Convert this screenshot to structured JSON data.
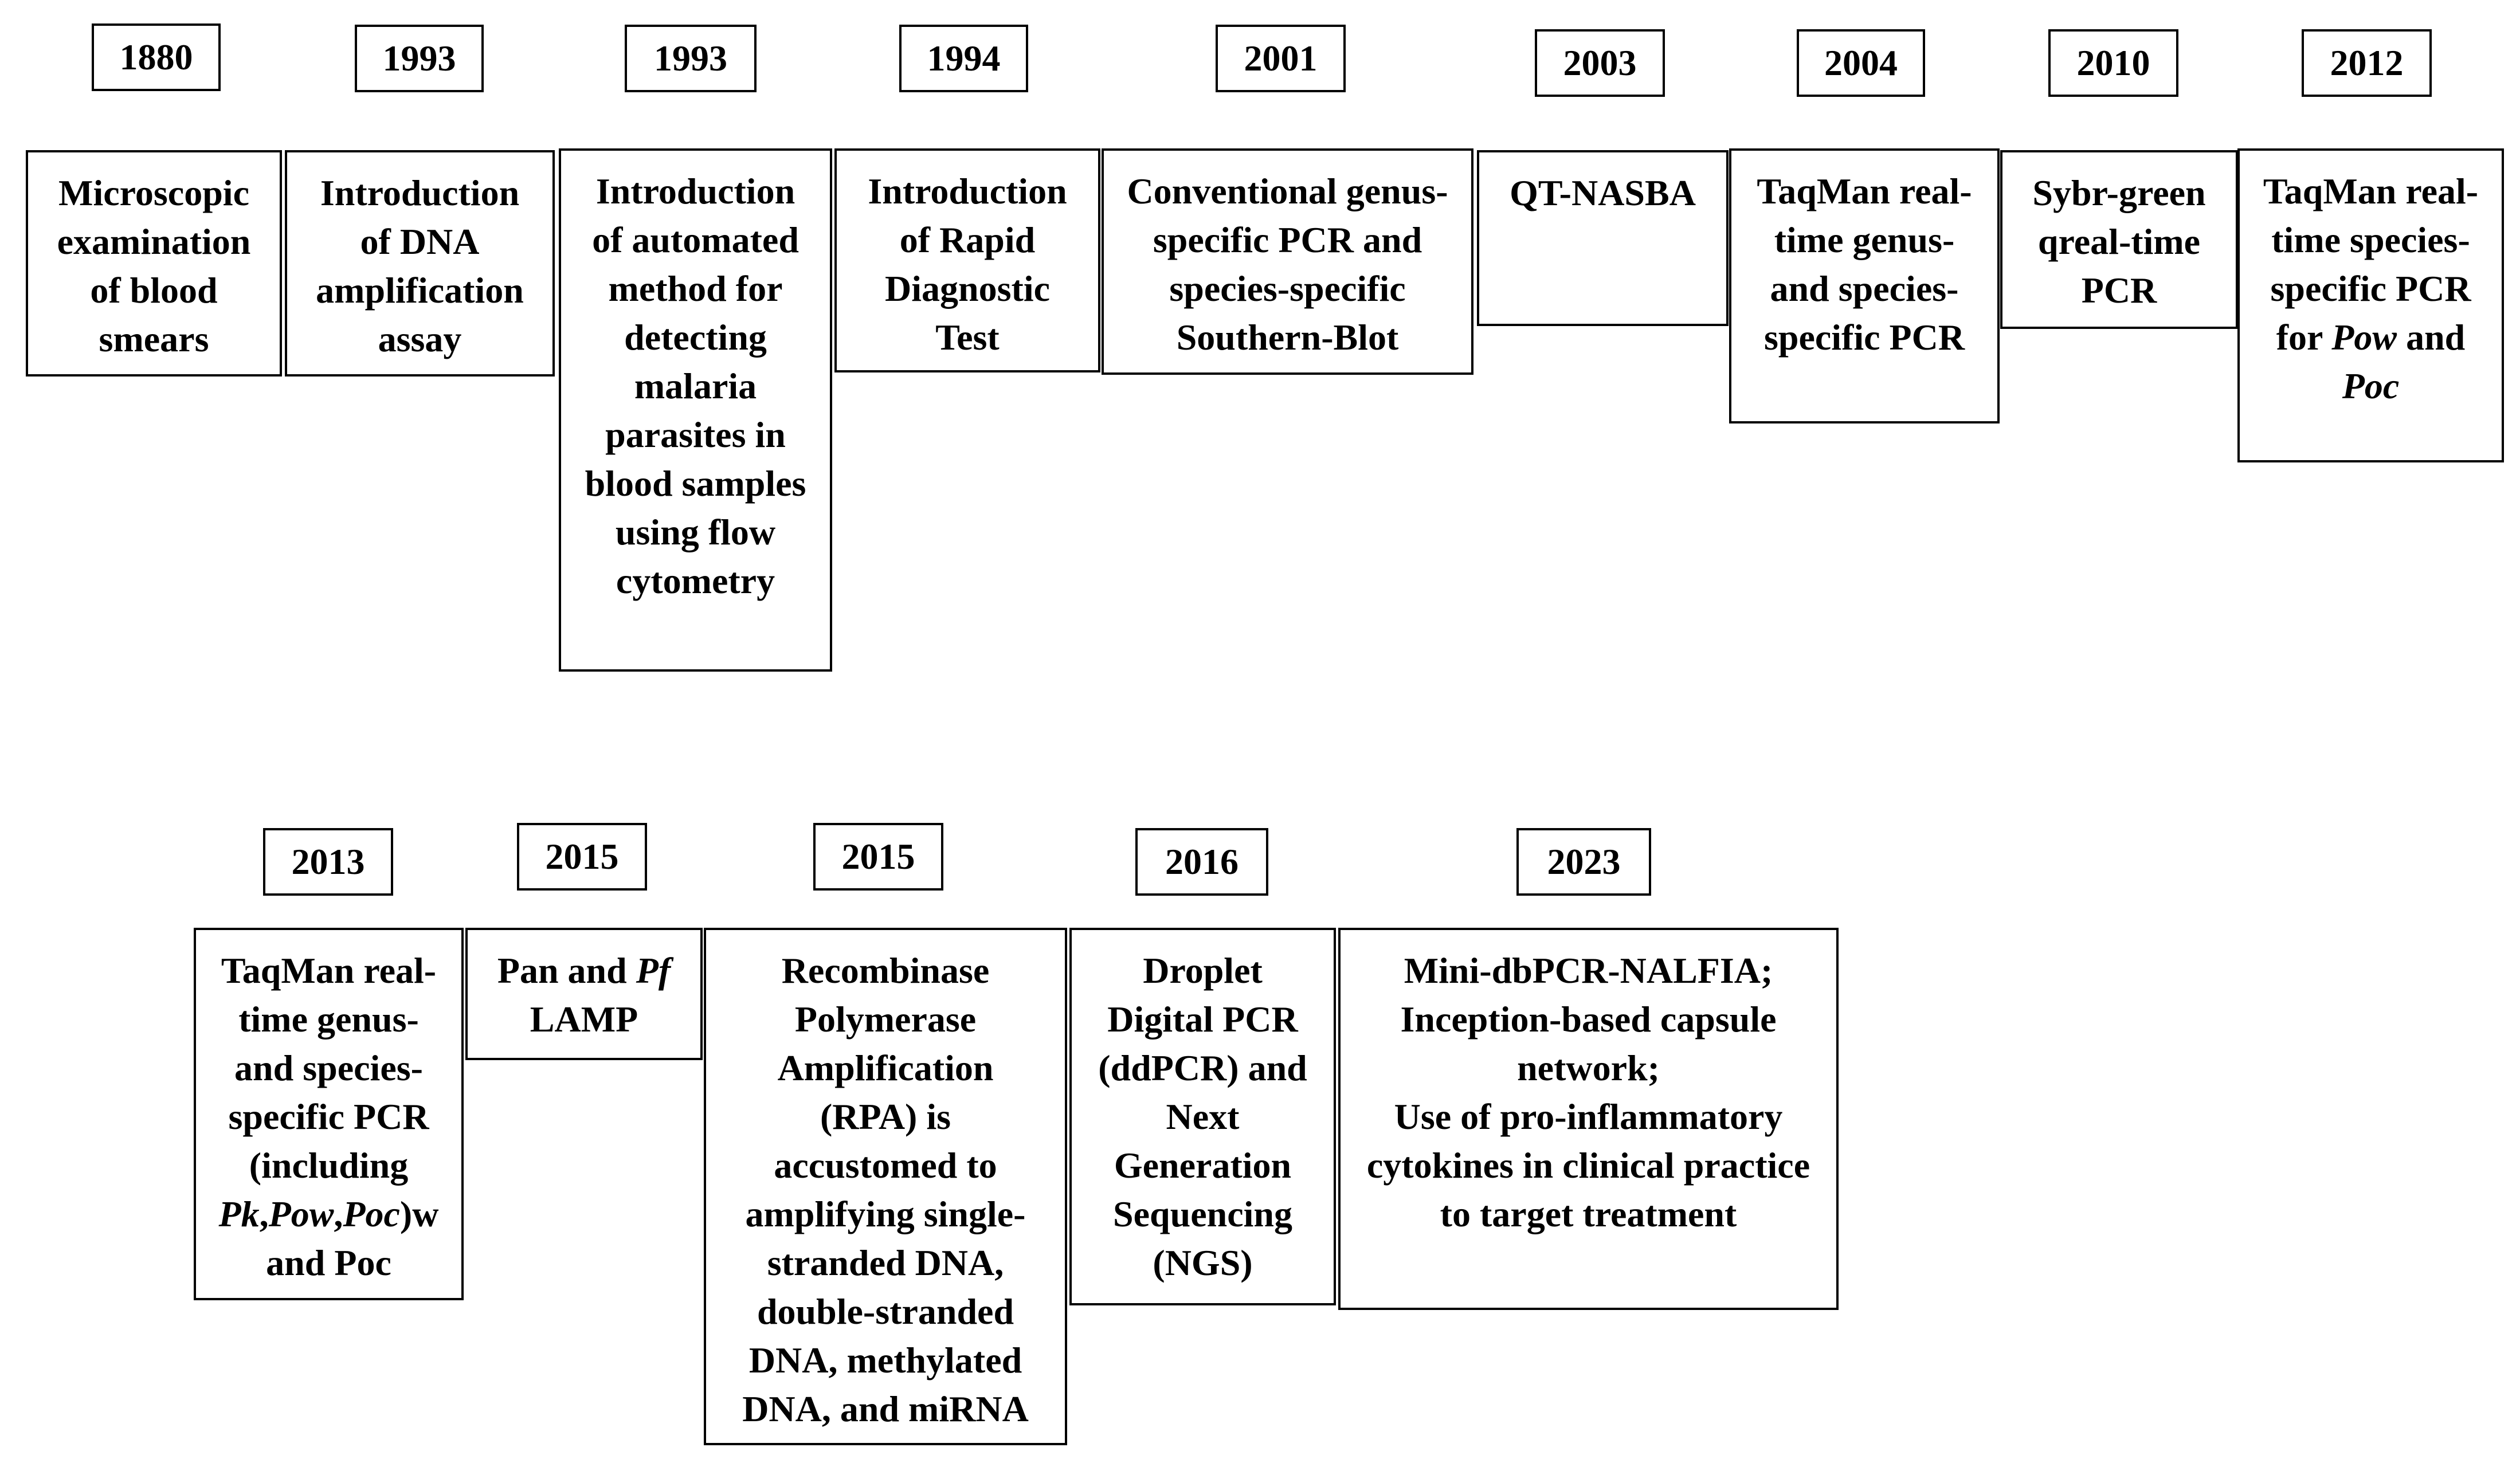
{
  "milestones": [
    {
      "year": "1880",
      "lines": [
        "Microscopic",
        "examination",
        "of blood",
        "smears"
      ]
    },
    {
      "year": "1993",
      "lines": [
        "Introduction",
        "of DNA",
        "amplification",
        "assay"
      ]
    },
    {
      "year": "1993",
      "lines": [
        "Introduction",
        "of automated",
        "method for",
        "detecting",
        "malaria",
        "parasites in",
        "blood samples",
        "using flow",
        "cytometry"
      ]
    },
    {
      "year": "1994",
      "lines": [
        "Introduction",
        "of Rapid",
        "Diagnostic",
        "Test"
      ]
    },
    {
      "year": "2001",
      "lines": [
        "Conventional genus-",
        "specific PCR and",
        "species-specific",
        "Southern-Blot"
      ]
    },
    {
      "year": "2003",
      "lines": [
        "QT-NASBA"
      ]
    },
    {
      "year": "2004",
      "lines": [
        "TaqMan real-",
        "time genus-",
        "and species-",
        "specific PCR"
      ]
    },
    {
      "year": "2010",
      "lines": [
        "Sybr-green",
        "qreal-time",
        "PCR"
      ]
    },
    {
      "year": "2012",
      "lines": [
        "TaqMan real-",
        "time species-",
        "specific PCR",
        "for *Pow* and",
        "*Poc*"
      ]
    },
    {
      "year": "2013",
      "lines": [
        "TaqMan real-",
        "time genus-",
        "and species-",
        "specific PCR",
        "(including",
        "*Pk*,*Pow*,*Poc*)w",
        "and Poc"
      ]
    },
    {
      "year": "2015",
      "lines": [
        "Pan and *Pf*",
        "LAMP"
      ]
    },
    {
      "year": "2015",
      "lines": [
        "Recombinase",
        "Polymerase",
        "Amplification",
        "(RPA) is",
        "accustomed to",
        "amplifying single-",
        "stranded DNA,",
        "double-stranded",
        "DNA, methylated",
        "DNA, and miRNA"
      ]
    },
    {
      "year": "2016",
      "lines": [
        "Droplet",
        "Digital PCR",
        "(ddPCR) and",
        "Next",
        "Generation",
        "Sequencing",
        "(NGS)"
      ]
    },
    {
      "year": "2023",
      "lines": [
        "Mini-dbPCR-NALFIA;",
        "Inception-based capsule",
        "network;",
        "Use of pro-inflammatory",
        "cytokines in clinical practice",
        "to target treatment"
      ]
    }
  ]
}
